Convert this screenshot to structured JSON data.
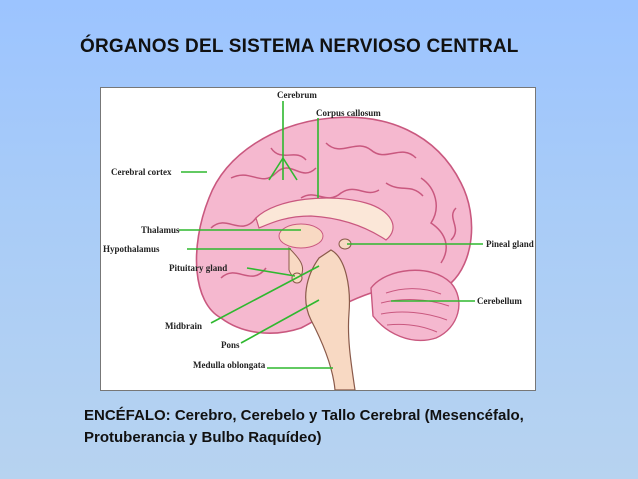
{
  "slide": {
    "title": "ÓRGANOS DEL SISTEMA NERVIOSO CENTRAL",
    "caption_line1": "ENCÉFALO: Cerebro, Cerebelo y Tallo Cerebral (Mesencéfalo,",
    "caption_line2": "Protuberancia y Bulbo Raquídeo)"
  },
  "diagram": {
    "labels": {
      "cerebrum": "Cerebrum",
      "corpus_callosum": "Corpus callosum",
      "cerebral_cortex": "Cerebral cortex",
      "thalamus": "Thalamus",
      "hypothalamus": "Hypothalamus",
      "pituitary_gland": "Pituitary gland",
      "pineal_gland": "Pineal gland",
      "cerebellum": "Cerebellum",
      "midbrain": "Midbrain",
      "pons": "Pons",
      "medulla_oblongata": "Medulla oblongata"
    },
    "colors": {
      "brain": "#f5b8cf",
      "folds": "#c9587f",
      "brainstem": "#f8d9c3",
      "corpus_callosum": "#fbe7d8",
      "leader": "#2fb82f"
    }
  }
}
